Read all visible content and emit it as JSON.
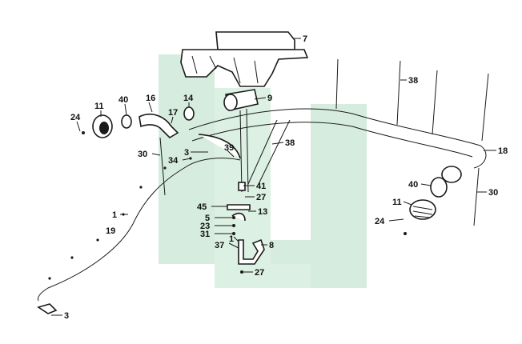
{
  "watermark_color": "#cfe9d9",
  "ink_color": "#1a1a1a",
  "callouts": [
    {
      "id": "c7",
      "text": "7"
    },
    {
      "id": "c9",
      "text": "9"
    },
    {
      "id": "c14",
      "text": "14"
    },
    {
      "id": "c17",
      "text": "17"
    },
    {
      "id": "c16",
      "text": "16"
    },
    {
      "id": "c40a",
      "text": "40"
    },
    {
      "id": "c11a",
      "text": "11"
    },
    {
      "id": "c24a",
      "text": "24"
    },
    {
      "id": "c38a",
      "text": "38"
    },
    {
      "id": "c38b",
      "text": "38"
    },
    {
      "id": "c18",
      "text": "18"
    },
    {
      "id": "c3a",
      "text": "3"
    },
    {
      "id": "c39",
      "text": "39"
    },
    {
      "id": "c30a",
      "text": "30"
    },
    {
      "id": "c34",
      "text": "34"
    },
    {
      "id": "c41",
      "text": "41"
    },
    {
      "id": "c27a",
      "text": "27"
    },
    {
      "id": "c45",
      "text": "45"
    },
    {
      "id": "c13",
      "text": "13"
    },
    {
      "id": "c5",
      "text": "5"
    },
    {
      "id": "c23",
      "text": "23"
    },
    {
      "id": "c31",
      "text": "31"
    },
    {
      "id": "c1a",
      "text": "1"
    },
    {
      "id": "c37",
      "text": "37"
    },
    {
      "id": "c8",
      "text": "8"
    },
    {
      "id": "c27b",
      "text": "27"
    },
    {
      "id": "c1b",
      "text": "1"
    },
    {
      "id": "c19",
      "text": "19"
    },
    {
      "id": "c3b",
      "text": "3"
    },
    {
      "id": "c40b",
      "text": "40"
    },
    {
      "id": "c11b",
      "text": "11"
    },
    {
      "id": "c24b",
      "text": "24"
    },
    {
      "id": "c30b",
      "text": "30"
    }
  ]
}
